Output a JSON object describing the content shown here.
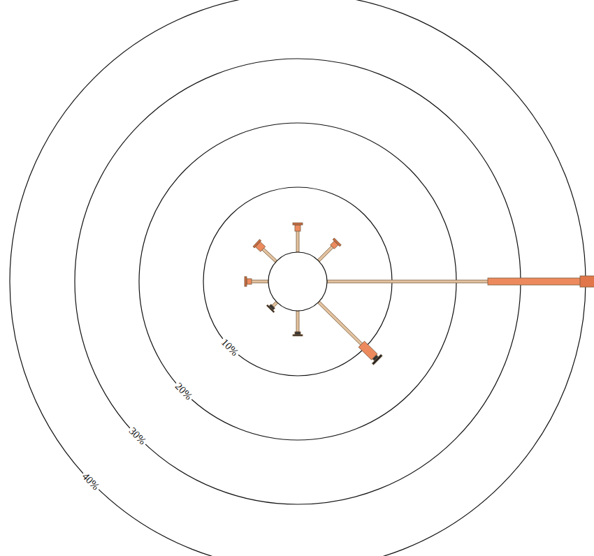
{
  "diagram": {
    "labels": [
      "10%",
      "20%",
      "30%",
      "40%"
    ]
  }
}
